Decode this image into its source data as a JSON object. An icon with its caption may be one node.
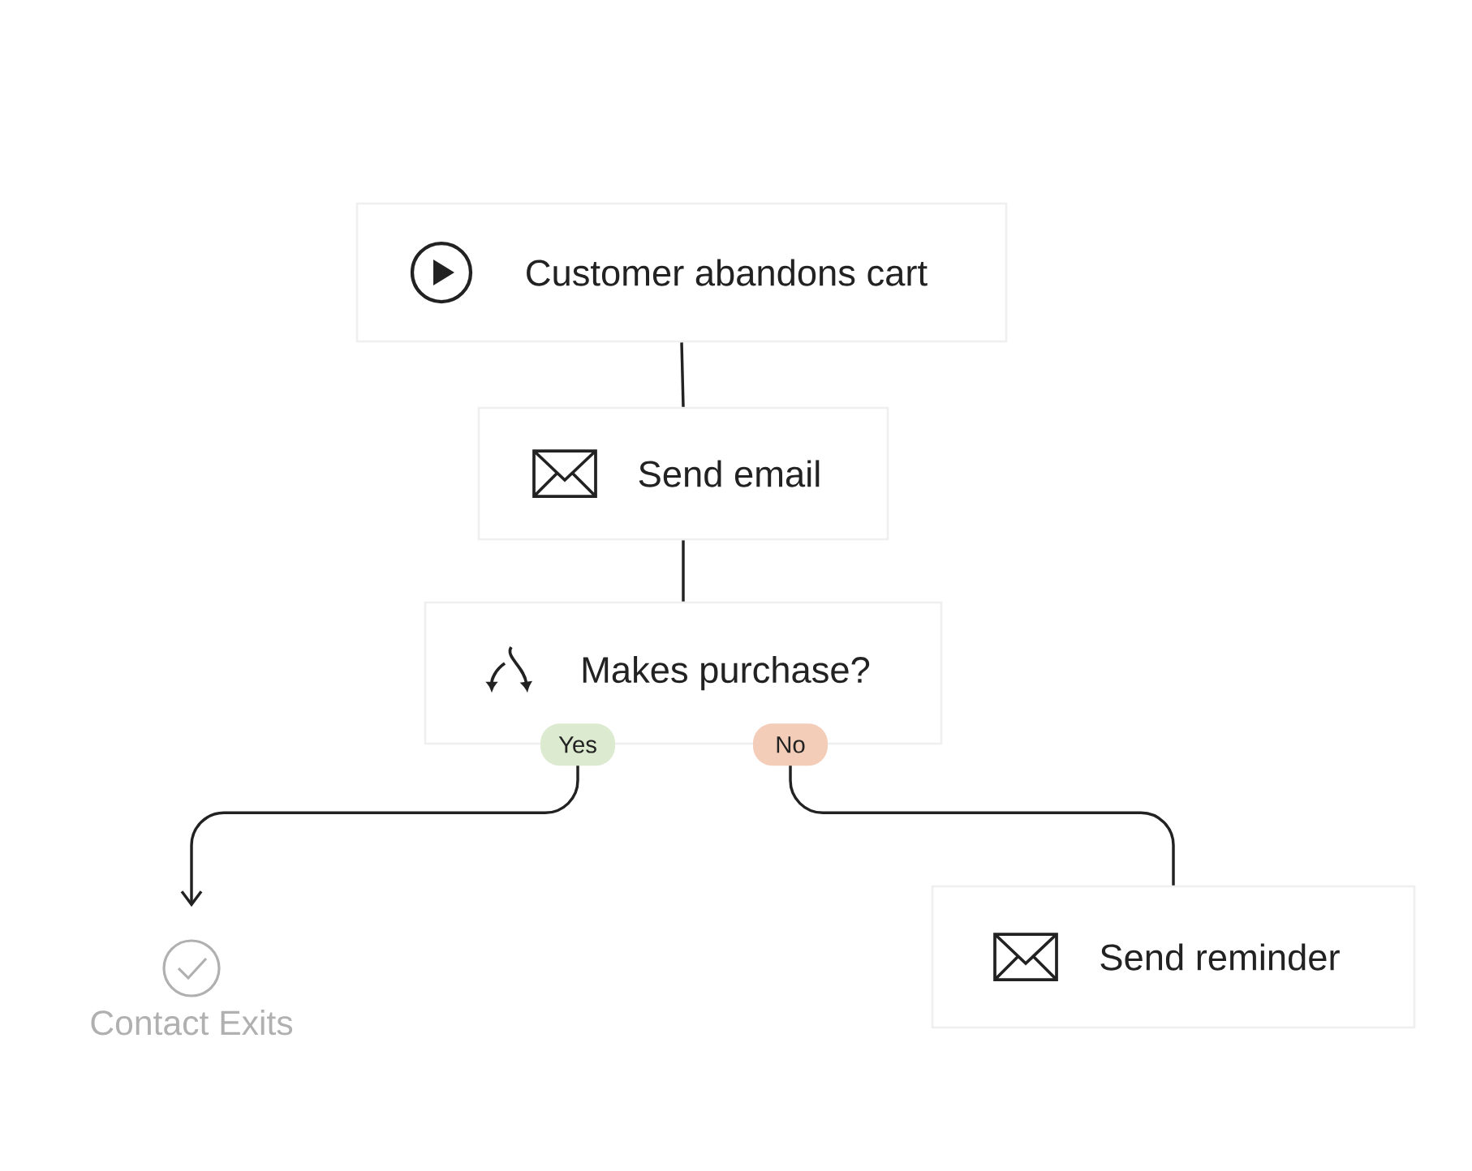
{
  "diagram": {
    "nodes": [
      {
        "text": [
          "Customer abandons cart"
        ]
      },
      {
        "text": [
          "Send email"
        ]
      },
      {
        "text": [
          "Makes purchase?"
        ]
      },
      {
        "text": [
          "Contact Exits"
        ]
      },
      {
        "text": [
          "Send reminder"
        ]
      }
    ],
    "edges": [
      {
        "from": 0,
        "to": 1,
        "arrow": "none"
      },
      {
        "from": 1,
        "to": 2,
        "arrow": "none"
      },
      {
        "from": 2,
        "to": 3,
        "arrow": "to",
        "label": "Yes"
      },
      {
        "from": 2,
        "to": 4,
        "arrow": "none",
        "label": "No"
      }
    ]
  }
}
